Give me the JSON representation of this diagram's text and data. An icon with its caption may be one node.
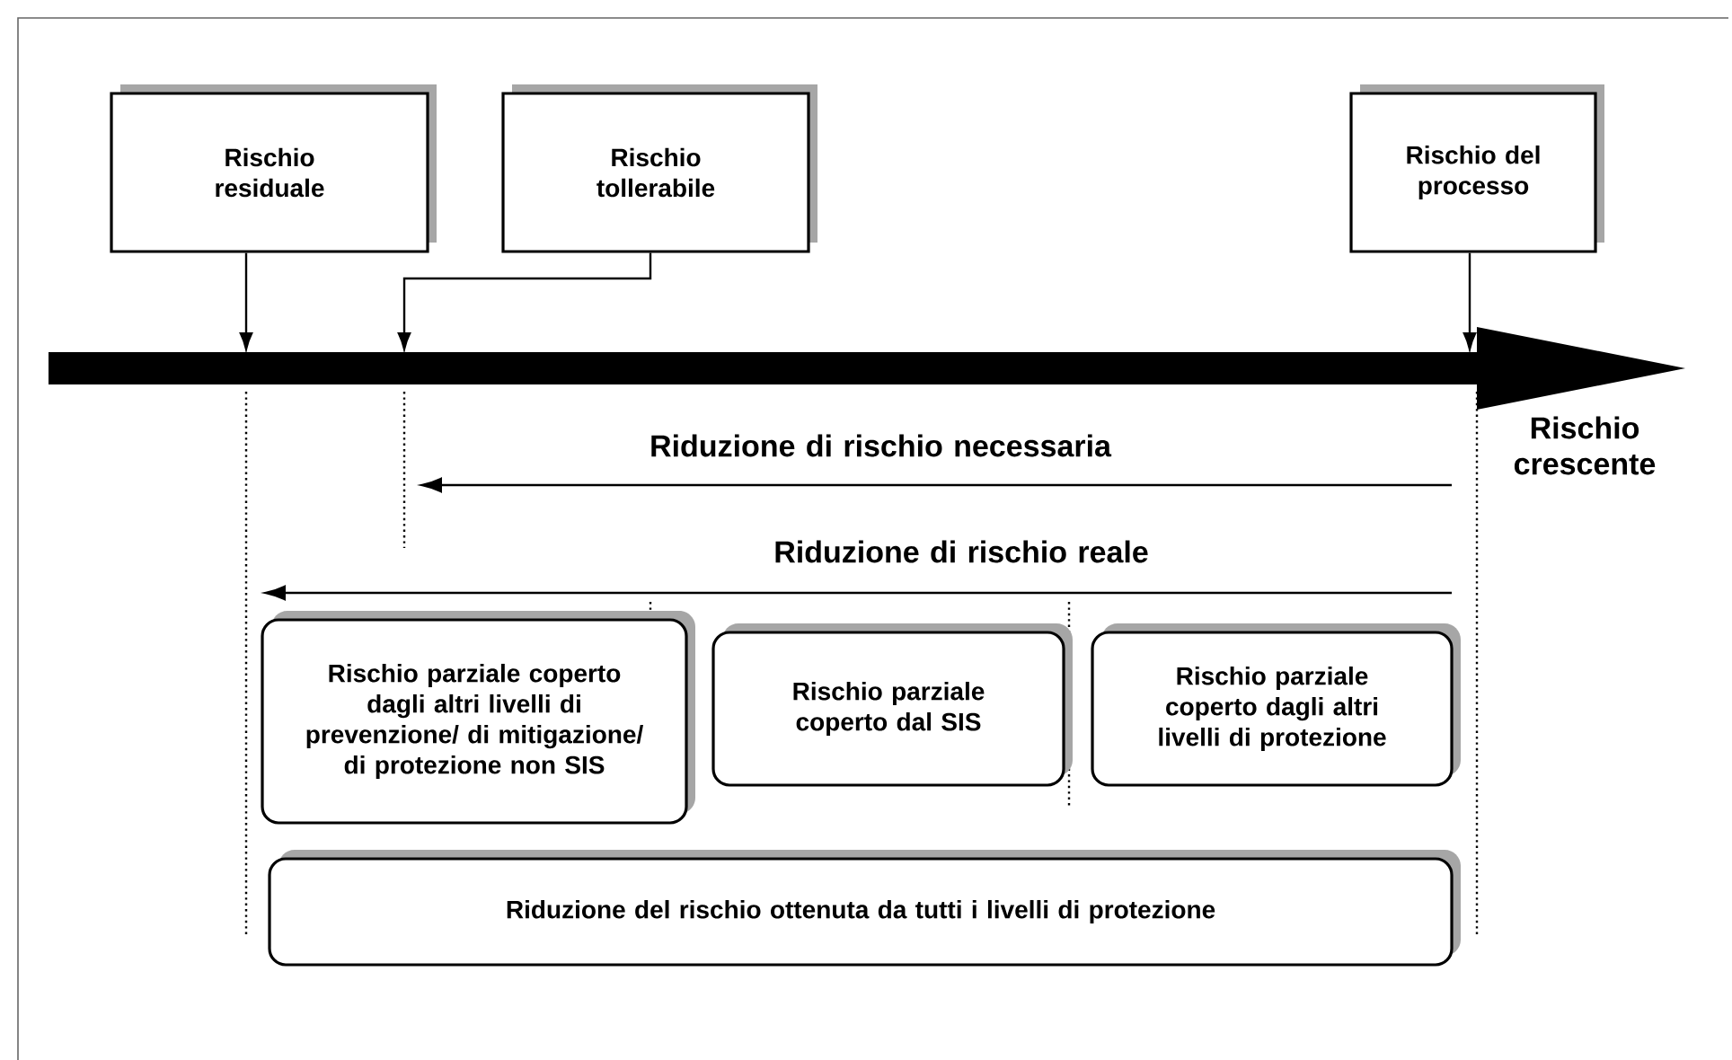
{
  "diagram": {
    "nodes": [
      {
        "text": [
          "Rischio residuale"
        ]
      },
      {
        "text": [
          "Rischio tollerabile"
        ]
      },
      {
        "text": [
          "Rischio del processo"
        ]
      },
      {
        "text": [
          "Rischio parziale coperto dagli altri livelli di prevenzione/ di mitigazione/ di protezione non SIS"
        ]
      },
      {
        "text": [
          "Rischio parziale coperto dal SIS"
        ]
      },
      {
        "text": [
          "Rischio parziale coperto dagli altri livelli di protezione"
        ]
      },
      {
        "text": [
          "Riduzione del rischio ottenuta da tutti i livelli di protezione"
        ]
      }
    ],
    "edges": [
      {
        "from": 0,
        "to": null,
        "arrow": "to"
      },
      {
        "from": 1,
        "to": null,
        "arrow": "to"
      },
      {
        "from": 2,
        "to": null,
        "arrow": "to"
      }
    ],
    "labels": [
      "Rischio crescente",
      "Riduzione di rischio necessaria",
      "Riduzione di rischio reale"
    ]
  }
}
